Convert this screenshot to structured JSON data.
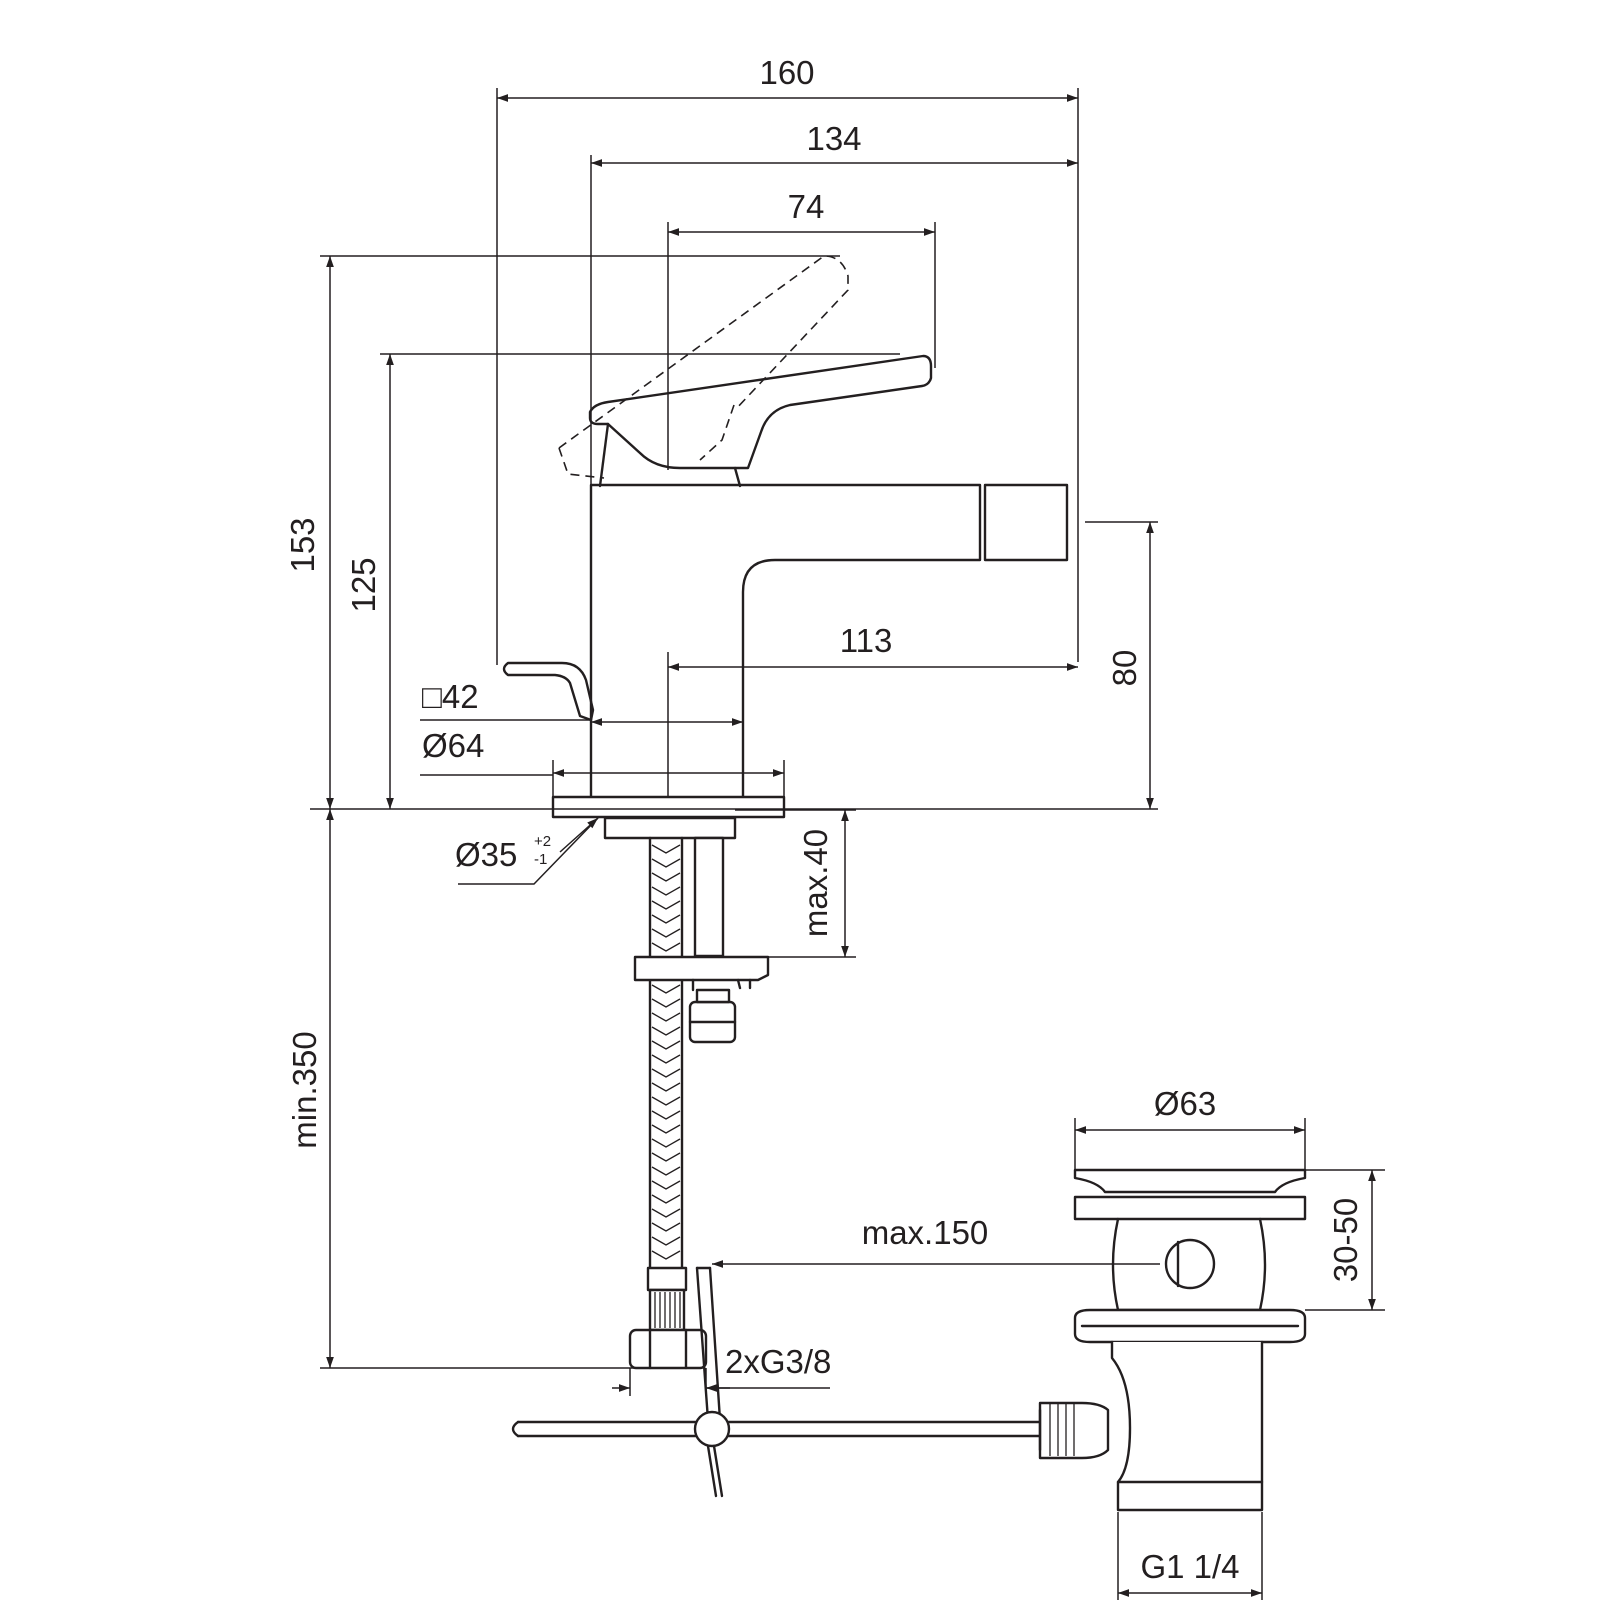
{
  "dimensions": {
    "width_total": "160",
    "width_body": "134",
    "lever_reach": "74",
    "height_total": "153",
    "height_lever": "125",
    "spout_reach": "113",
    "spout_height": "80",
    "body_square": "□42",
    "base_diameter": "Ø64",
    "hole_diameter": "Ø35",
    "hole_tol_upper": "+2",
    "hole_tol_lower": "-1",
    "max_thickness": "max.40",
    "hose_length": "min.350",
    "waste_diameter": "Ø63",
    "waste_range": "30-50",
    "rod_length": "max.150",
    "connections": "2xG3/8",
    "waste_thread": "G1 1/4"
  }
}
